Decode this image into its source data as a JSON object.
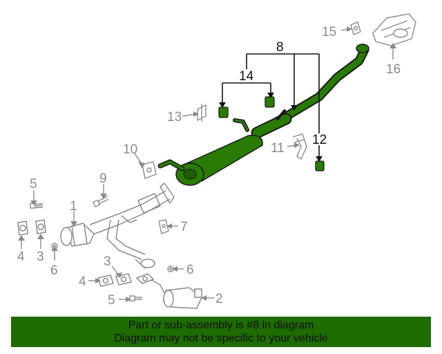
{
  "callouts": {
    "c1": "1",
    "c2": "2",
    "c3a": "3",
    "c3b": "3",
    "c4a": "4",
    "c4b": "4",
    "c5a": "5",
    "c5b": "5",
    "c6a": "6",
    "c6b": "6",
    "c7": "7",
    "c8": "8",
    "c9": "9",
    "c10": "10",
    "c11": "11",
    "c12": "12",
    "c13": "13",
    "c14": "14",
    "c15": "15",
    "c16": "16"
  },
  "banner": {
    "line1": "Part or sub-assembly is #8 in diagram",
    "line2": "Diagram may not be specific to your vehicle"
  },
  "colors": {
    "highlight_part": "#1e6b00",
    "banner_bg": "#1e6b00",
    "other_parts": "#8a8a8a"
  }
}
